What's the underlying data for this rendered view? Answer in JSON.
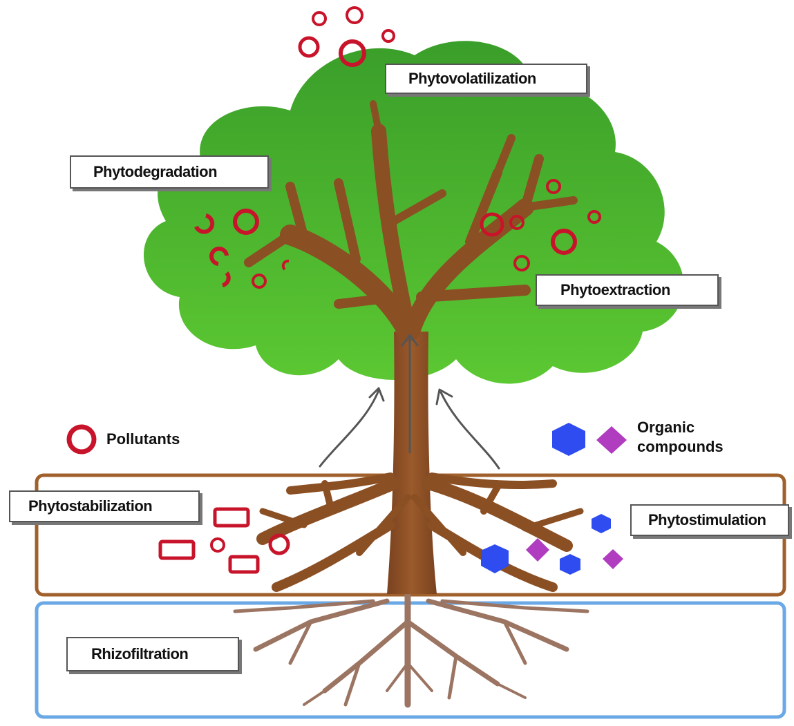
{
  "labels": {
    "phytovolatilization": "Phytovolatilization",
    "phytodegradation": "Phytodegradation",
    "phytoextraction": "Phytoextraction",
    "phytostabilization": "Phytostabilization",
    "phytostimulation": "Phytostimulation",
    "rhizofiltration": "Rhizofiltration"
  },
  "legend": {
    "pollutants": "Pollutants",
    "organic_line1": "Organic",
    "organic_line2": "compounds"
  },
  "colors": {
    "canopy_top": "#3a9e2a",
    "canopy_bottom": "#57c42e",
    "trunk": "#8b4f24",
    "roots": "#9b7462",
    "pollutant": "#c8142a",
    "organic_blue": "#2f4cf0",
    "organic_purple": "#b03cc0",
    "soil_border": "#a0602c",
    "water_border": "#6aa8e6"
  }
}
